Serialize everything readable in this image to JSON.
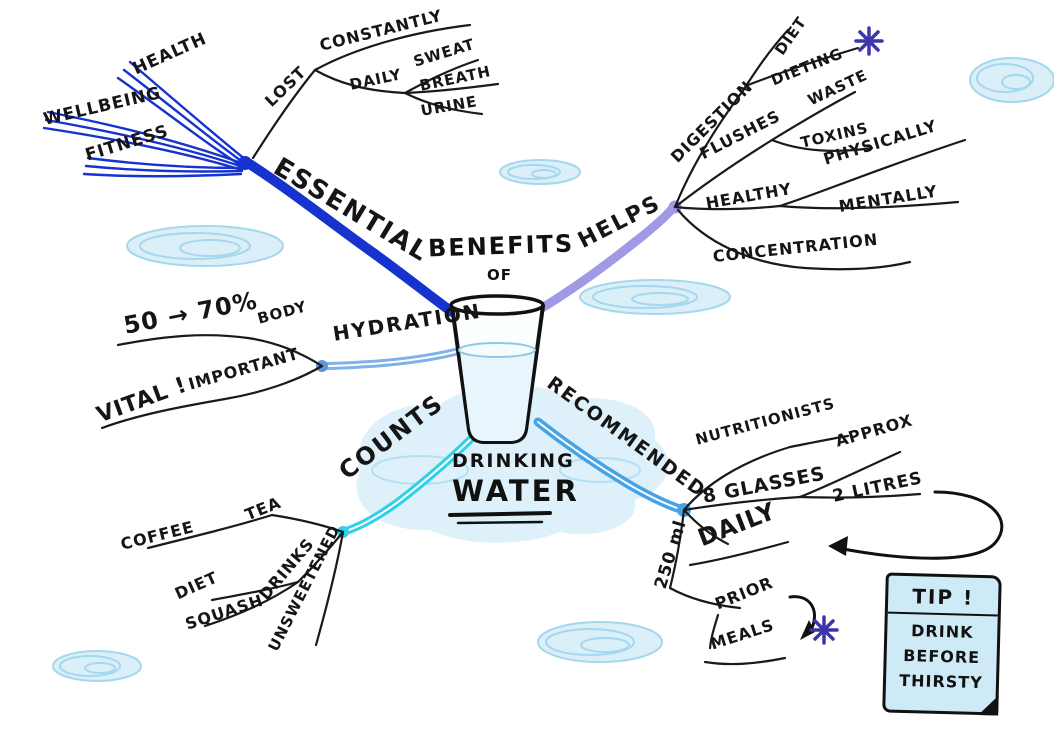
{
  "center": {
    "benefits": "BENEFITS",
    "of": "OF",
    "drinking": "DRINKING",
    "water": "WATER"
  },
  "essential": {
    "label": "ESSENTIAL",
    "health": "HEALTH",
    "wellbeing": "WELLBEING",
    "fitness": "FITNESS",
    "lost": "LOST",
    "constantly": "CONSTANTLY",
    "daily": "DAILY",
    "sweat": "SWEAT",
    "breath": "BREATH",
    "urine": "URINE"
  },
  "helps": {
    "label": "HELPS",
    "digestion": "DIGESTION",
    "diet": "DIET",
    "dieting": "DIETING",
    "flushes": "FLUSHES",
    "waste": "WASTE",
    "toxins": "TOXINS",
    "healthy": "HEALTHY",
    "physically": "PHYSICALLY",
    "mentally": "MENTALLY",
    "concentration": "CONCENTRATION"
  },
  "hydration": {
    "label": "HYDRATION",
    "range": "50 → 70%",
    "body": "BODY",
    "vital": "VITAL !",
    "important": "IMPORTANT"
  },
  "counts": {
    "label": "COUNTS",
    "coffee": "COFFEE",
    "tea": "TEA",
    "diet": "DIET",
    "squash": "SQUASH",
    "drinks": "DRINKS",
    "unsweetened": "UNSWEETENED"
  },
  "recommended": {
    "label": "RECOMMENDED",
    "nutritionists": "NUTRITIONISTS",
    "glasses": "8 GLASSES",
    "approx": "APPROX",
    "litres": "2 LITRES",
    "daily": "DAILY",
    "amount": "250 ml",
    "prior": "PRIOR",
    "meals": "MEALS"
  },
  "tip": {
    "title": "TIP !",
    "line1": "DRINK",
    "line2": "BEFORE",
    "line3": "THIRSTY"
  },
  "colors": {
    "essential_branch": "#1733cf",
    "helps_branch": "#a09ae6",
    "hydration_branch": "#7fb3e8",
    "counts_branch": "#2fd0e8",
    "recommended_branch": "#46a4e6",
    "cloud_fill": "#dbeff9",
    "cloud_stroke": "#a5d7ee",
    "asterisk": "#3d35a8",
    "tip_background": "#cfeaf7",
    "ink": "#151515"
  }
}
